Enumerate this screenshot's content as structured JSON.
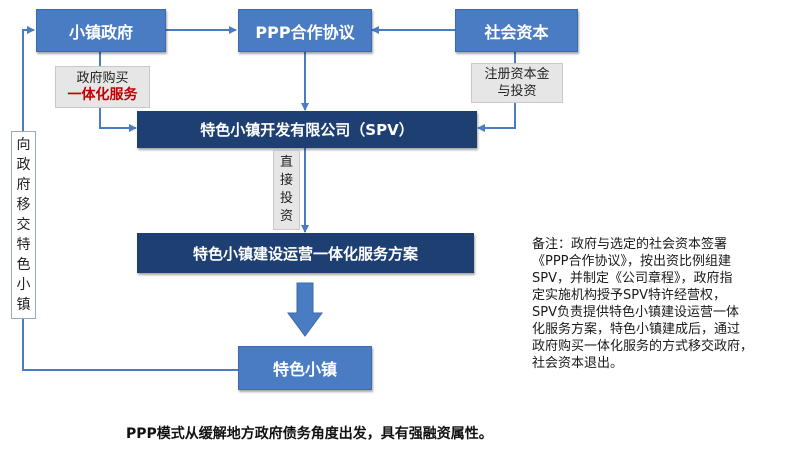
{
  "boxes": {
    "town_gov": "小镇政府",
    "ppp_agreement": "PPP合作协议",
    "social_capital": "社会资本",
    "spv": "特色小镇开发有限公司（SPV）",
    "plan": "特色小镇建设运营一体化服务方案",
    "town": "特色小镇"
  },
  "labels": {
    "gov_purchase_line1": "政府购买",
    "gov_purchase_line2": "一体化服务",
    "capital_line1": "注册资本金",
    "capital_line2": "与投资",
    "direct_invest": [
      "直",
      "接",
      "投",
      "资"
    ],
    "transfer": [
      "向",
      "政",
      "府",
      "移",
      "交",
      "特",
      "色",
      "小",
      "镇"
    ]
  },
  "note": {
    "lines": [
      "备注：政府与选定的社会资本签署",
      "《PPP合作协议》，按出资比例组建",
      "SPV，并制定《公司章程》，政府指",
      "定实施机构授予SPV特许经营权，",
      "SPV负责提供特色小镇建设运营一体",
      "化服务方案，特色小镇建成后，通过",
      "政府购买一体化服务的方式移交政府，",
      "社会资本退出。"
    ]
  },
  "caption": "PPP模式从缓解地方政府债务角度出发，具有强融资属性。",
  "colors": {
    "box_blue": "#4a7cc4",
    "box_navy": "#1d3f72",
    "arrow": "#4a7cc4",
    "highlight_red": "#c00000"
  }
}
